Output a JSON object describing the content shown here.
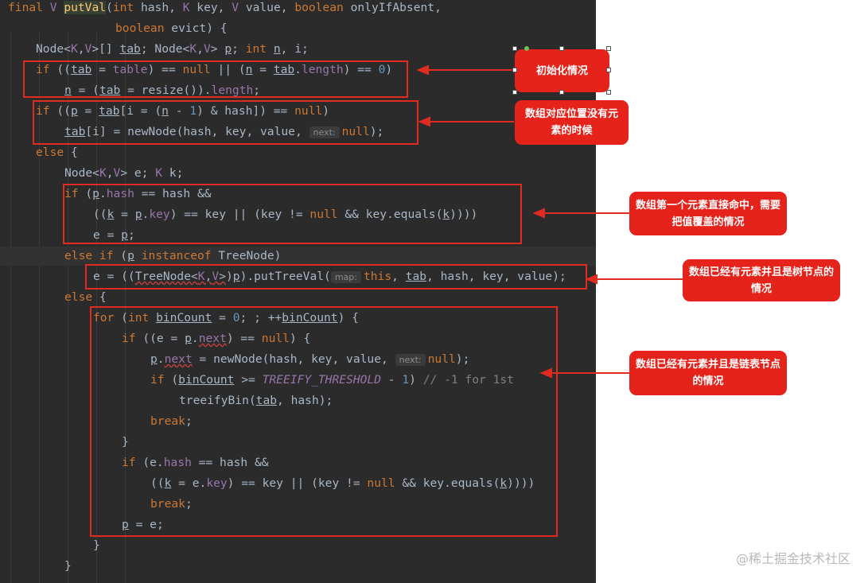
{
  "method": {
    "name": "putVal"
  },
  "code_hints": {
    "next": "next:",
    "map": "map:"
  },
  "constants": {
    "treeify_threshold": "TREEIFY_THRESHOLD"
  },
  "annotations": [
    {
      "id": "init",
      "text": "初始化情况"
    },
    {
      "id": "bucket-empty",
      "text": "数组对应位置没有元素的时候"
    },
    {
      "id": "first-match",
      "text": "数组第一个元素直接命中，需要把值覆盖的情况"
    },
    {
      "id": "tree-node",
      "text": "数组已经有元素并且是树节点的情况"
    },
    {
      "id": "linked-list",
      "text": "数组已经有元素并且是链表节点的情况"
    }
  ],
  "watermark": "@稀土掘金技术社区",
  "colors": {
    "editor_bg": "#2b2b2b",
    "keyword": "#cc7832",
    "annotation_red": "#e6231b",
    "box_red": "#e02b20"
  }
}
